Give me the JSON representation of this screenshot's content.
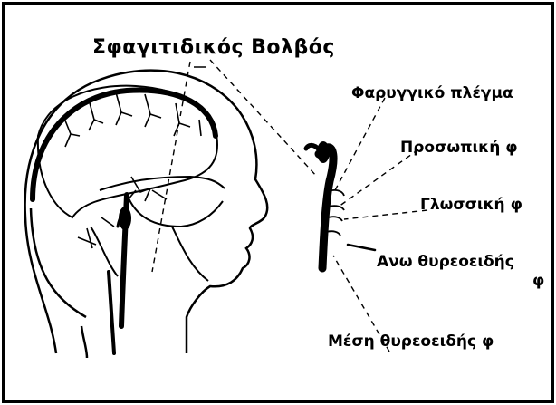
{
  "diagram": {
    "title": "Σφαγιτιδικός Βολβός",
    "labels": {
      "pharyngeal_plexus": "Φαρυγγικό πλέγμα",
      "facial_vein": "Προσωπική φ",
      "lingual_vein": "Γλωσσική φ",
      "superior_thyroid_line1": "Ανω θυρεοειδής",
      "superior_thyroid_line2": "φ",
      "middle_thyroid_vein": "Μέση θυρεοειδής φ"
    },
    "colors": {
      "ink": "#000000",
      "background": "#ffffff"
    }
  }
}
